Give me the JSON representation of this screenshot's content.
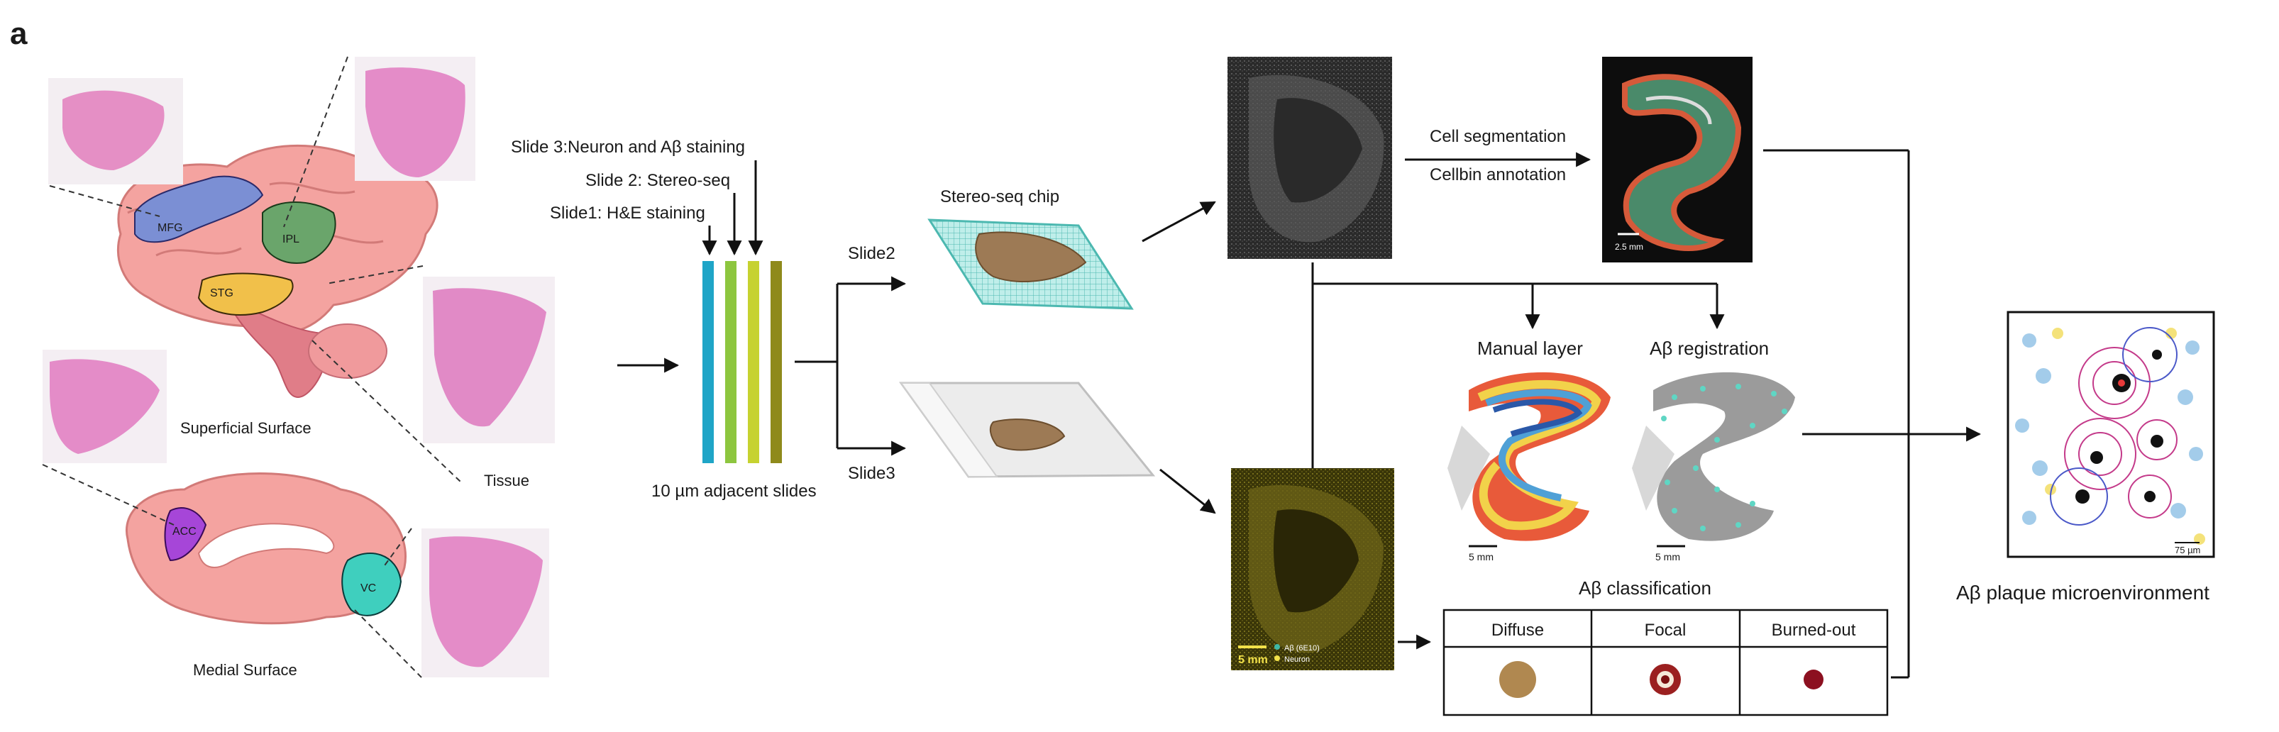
{
  "panel_label": "a",
  "brain": {
    "regions": [
      "MFG",
      "IPL",
      "STG",
      "ACC",
      "VC"
    ],
    "superficial_label": "Superficial Surface",
    "medial_label": "Medial Surface",
    "tissue_label": "Tissue"
  },
  "slides": {
    "slide3_label": "Slide 3:Neuron and Aβ staining",
    "slide2_label": "Slide 2: Stereo-seq",
    "slide1_label": "Slide1: H&E staining",
    "caption": "10 µm adjacent slides",
    "strip_colors": [
      "#1fa5c7",
      "#8dc63f",
      "#c6d230",
      "#8f8a1b"
    ]
  },
  "branches": {
    "top": "Slide2",
    "bottom": "Slide3",
    "chip_label": "Stereo-seq chip"
  },
  "steps": {
    "cell_segmentation": "Cell segmentation",
    "cellbin_annotation": "Cellbin annotation",
    "scale_top": "2.5 mm",
    "manual_layer": "Manual layer",
    "ab_registration": "Aβ registration",
    "scale_manual": "5 mm",
    "scale_registration": "5 mm"
  },
  "fluor": {
    "scale": "5 mm",
    "legend": [
      "Aβ (6E10)",
      "Neuron"
    ],
    "legend_colors": [
      "#3fb8a6",
      "#f2e14a"
    ]
  },
  "classification": {
    "title": "Aβ classification",
    "columns": [
      "Diffuse",
      "Focal",
      "Burned-out"
    ],
    "plaque_colors": [
      "#b08850",
      "#9b2020",
      "#8c1020"
    ]
  },
  "output": {
    "label": "Aβ plaque microenvironment",
    "scale": "75 µm"
  }
}
